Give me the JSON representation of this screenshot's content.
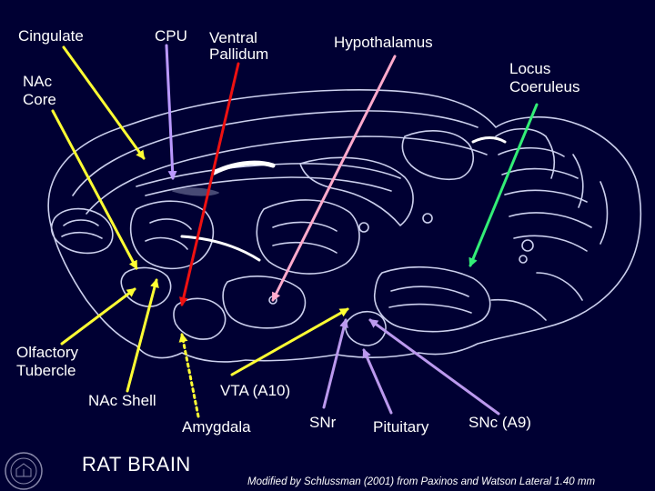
{
  "diagram": {
    "title": "RAT BRAIN",
    "credit": "Modified by Schlussman (2001) from Paxinos and Watson Lateral 1.40 mm",
    "labels": {
      "cingulate": "Cingulate",
      "cpu": "CPU",
      "ventral_pallidum": "Ventral\nPallidum",
      "hypothalamus": "Hypothalamus",
      "locus_coeruleus": "Locus\nCoeruleus",
      "nac_core": "NAc\nCore",
      "olfactory_tubercle": "Olfactory\nTubercle",
      "nac_shell": "NAc Shell",
      "vta": "VTA (A10)",
      "amygdala": "Amygdala",
      "snr": "SNr",
      "pituitary": "Pituitary",
      "snc": "SNc (A9)"
    },
    "arrow_colors": {
      "yellow": "#ffff33",
      "lavender": "#bb99ff",
      "red": "#ee1111",
      "pink": "#ffaacc",
      "green": "#33ee77",
      "violet": "#bb99ee",
      "outline": "#ccd0ee"
    },
    "seal_icon": "university-seal-icon"
  }
}
